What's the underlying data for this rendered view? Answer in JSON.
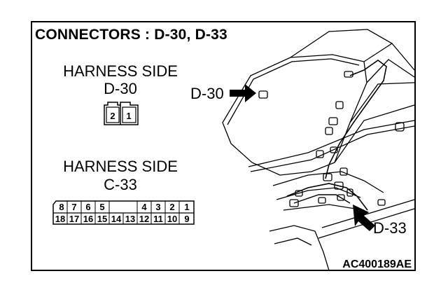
{
  "title": "CONNECTORS : D-30, D-33",
  "connector_d30": {
    "side_label": "HARNESS SIDE",
    "code": "D-30",
    "pins": [
      "2",
      "1"
    ]
  },
  "connector_c33": {
    "side_label": "HARNESS SIDE",
    "code": "C-33",
    "top_row": [
      "8",
      "7",
      "6",
      "5",
      "",
      "4",
      "3",
      "2",
      "1"
    ],
    "bottom_row": [
      "18",
      "17",
      "16",
      "15",
      "14",
      "13",
      "12",
      "11",
      "10",
      "9"
    ]
  },
  "callouts": {
    "d30": "D-30",
    "d33": "D-33"
  },
  "figure_id": "AC400189AE"
}
